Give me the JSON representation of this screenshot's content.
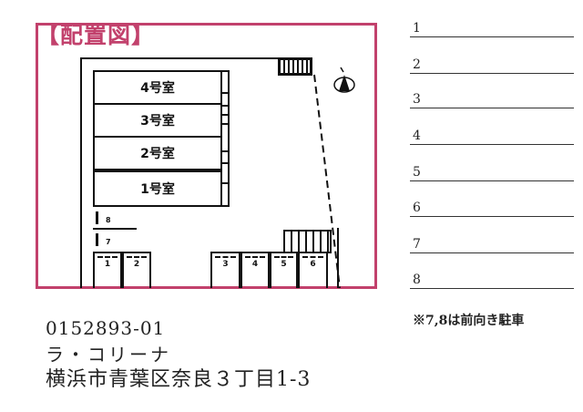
{
  "map": {
    "title": "【配置図】",
    "border_color": "#c2416c",
    "rooms": [
      {
        "label": "4号室"
      },
      {
        "label": "3号室"
      },
      {
        "label": "2号室"
      },
      {
        "label": "1号室"
      }
    ],
    "parking_left": [
      {
        "label": "1"
      },
      {
        "label": "2"
      }
    ],
    "parking_bottom": [
      {
        "label": "3"
      },
      {
        "label": "4"
      },
      {
        "label": "5"
      },
      {
        "label": "6"
      }
    ],
    "parking_side": [
      {
        "label": "8"
      },
      {
        "label": "7"
      }
    ],
    "north_icon": "north-arrow-icon"
  },
  "slots": [
    {
      "label": "1"
    },
    {
      "label": "2"
    },
    {
      "label": "3"
    },
    {
      "label": "4"
    },
    {
      "label": "5"
    },
    {
      "label": "6"
    },
    {
      "label": "7"
    },
    {
      "label": "8"
    }
  ],
  "note": "※7,8は前向き駐車",
  "info": {
    "code": "0152893-01",
    "name": "ラ・コリーナ",
    "address": "横浜市青葉区奈良３丁目1-3"
  }
}
